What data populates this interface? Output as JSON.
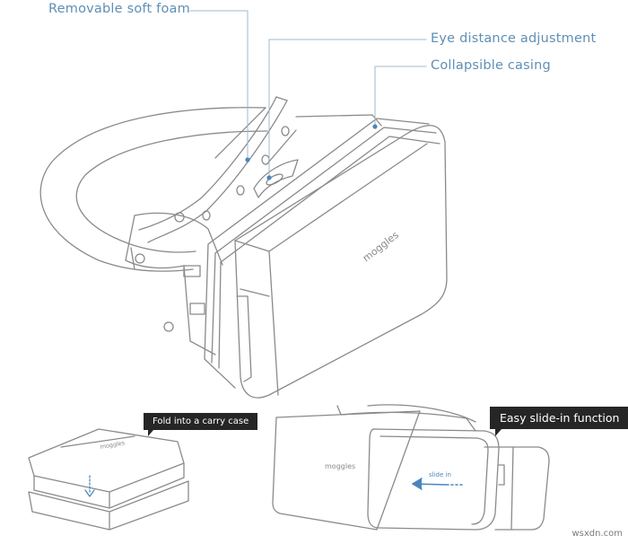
{
  "callouts": {
    "foam": "Removable soft foam",
    "eye_distance": "Eye distance adjustment",
    "casing": "Collapsible casing"
  },
  "tags": {
    "fold": "Fold into a carry case",
    "slide": "Easy slide-in function"
  },
  "brand": "moggles",
  "slide_hint": "slide in",
  "watermark": "wsxdn.com",
  "colors": {
    "callout": "#5f8fb6",
    "line": "#8a8a8a",
    "tag_bg": "#262626",
    "arrow": "#4a86bd"
  }
}
